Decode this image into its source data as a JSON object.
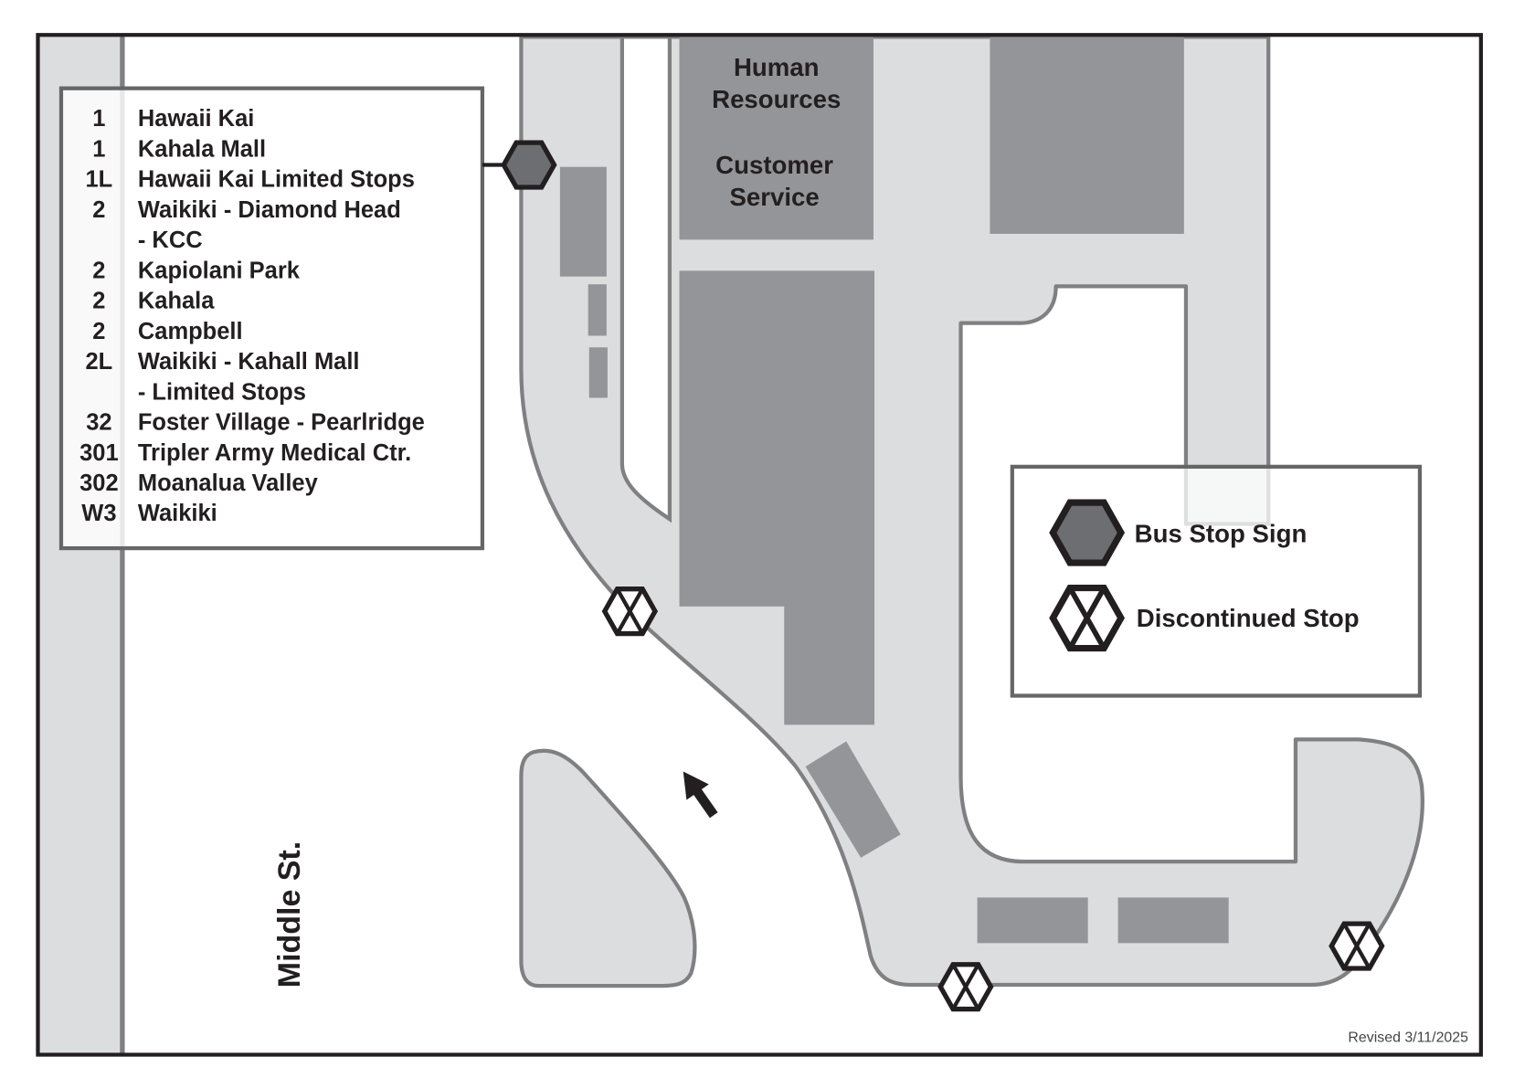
{
  "map": {
    "buildings": {
      "line1": "Human",
      "line2": "Resources",
      "line3": "Customer",
      "line4": "Service"
    },
    "street_label": "Middle St.",
    "revised": "Revised 3/11/2025"
  },
  "routes": [
    {
      "number": "1",
      "name": "Hawaii Kai"
    },
    {
      "number": "1",
      "name": "Kahala Mall"
    },
    {
      "number": "1L",
      "name": "Hawaii Kai Limited Stops"
    },
    {
      "number": "2",
      "name": "Waikiki - Diamond Head"
    },
    {
      "number": "",
      "name": "- KCC"
    },
    {
      "number": "2",
      "name": "Kapiolani Park"
    },
    {
      "number": "2",
      "name": "Kahala"
    },
    {
      "number": "2",
      "name": "Campbell"
    },
    {
      "number": "2L",
      "name": "Waikiki - Kahall Mall"
    },
    {
      "number": "",
      "name": "- Limited Stops"
    },
    {
      "number": "32",
      "name": "Foster Village - Pearlridge"
    },
    {
      "number": "301",
      "name": "Tripler Army Medical Ctr."
    },
    {
      "number": "302",
      "name": "Moanalua Valley"
    },
    {
      "number": "W3",
      "name": "Waikiki"
    }
  ],
  "legend": {
    "bus_stop": "Bus Stop Sign",
    "discontinued": "Discontinued Stop"
  },
  "colors": {
    "road": "#dcdddf",
    "building": "#939598",
    "outline": "#808083",
    "stop_fill": "#6d6e71"
  }
}
